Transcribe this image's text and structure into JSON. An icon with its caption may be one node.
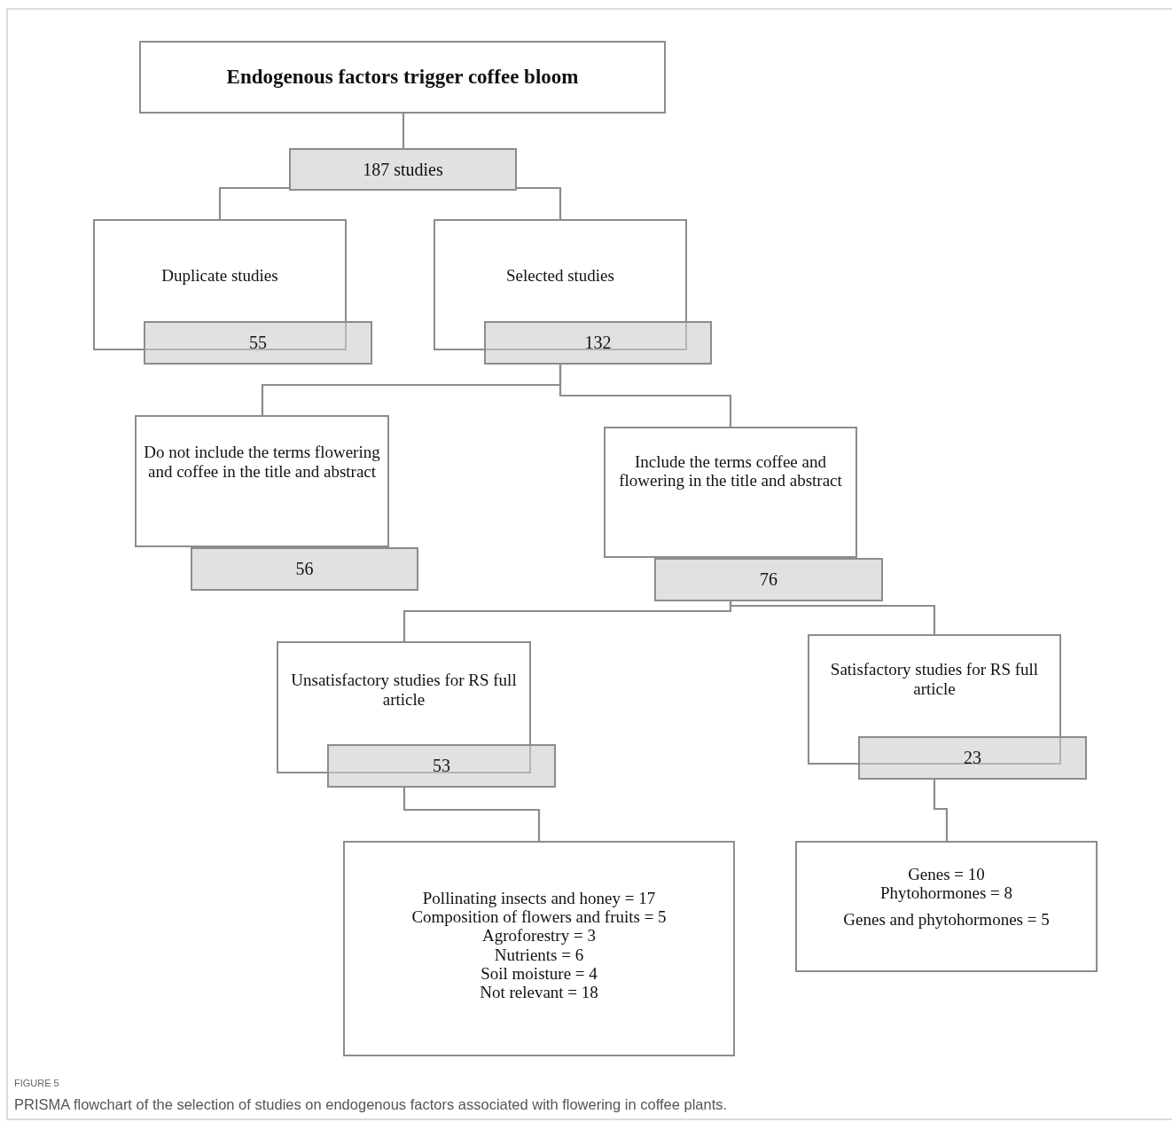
{
  "diagram": {
    "caption": "PRISMA flowchart of the selection of studies on endogenous factors associated with flowering in coffee plants.",
    "nodes": [
      {
        "text": [
          "Endogenous factors trigger coffee bloom"
        ]
      },
      {
        "text": [
          "187 studies"
        ]
      },
      {
        "text": [
          "Duplicate studies"
        ]
      },
      {
        "text": [
          "55"
        ]
      },
      {
        "text": [
          "Selected studies"
        ]
      },
      {
        "text": [
          "132"
        ]
      },
      {
        "text": [
          "Do not include the terms flowering and coffee in the title and abstract"
        ]
      },
      {
        "text": [
          "56"
        ]
      },
      {
        "text": [
          "Include the terms coffee and flowering in the title and abstract"
        ]
      },
      {
        "text": [
          "76"
        ]
      },
      {
        "text": [
          "Unsatisfactory studies for RS full article"
        ]
      },
      {
        "text": [
          "53"
        ]
      },
      {
        "text": [
          "Satisfactory studies for RS full article"
        ]
      },
      {
        "text": [
          "23"
        ]
      },
      {
        "text": [
          "Pollinating insects and honey = 17",
          "Composition of flowers and fruits = 5",
          "Agroforestry = 3",
          "Nutrients = 6",
          "Soil moisture = 4",
          "Not relevant = 18"
        ]
      },
      {
        "text": [
          "Genes = 10",
          "Phytohormones = 8",
          "Genes and phytohormones = 5"
        ]
      }
    ],
    "edges": [
      {
        "from": 0,
        "to": 1,
        "arrow": "none"
      },
      {
        "from": 1,
        "to": 2,
        "arrow": "none"
      },
      {
        "from": 1,
        "to": 4,
        "arrow": "none"
      },
      {
        "from": 5,
        "to": 6,
        "arrow": "none"
      },
      {
        "from": 5,
        "to": 8,
        "arrow": "none"
      },
      {
        "from": 9,
        "to": 10,
        "arrow": "none"
      },
      {
        "from": 9,
        "to": 12,
        "arrow": "none"
      },
      {
        "from": 11,
        "to": 14,
        "arrow": "none"
      },
      {
        "from": 13,
        "to": 15,
        "arrow": "none"
      }
    ],
    "labels": [
      "FIGURE 5"
    ]
  }
}
